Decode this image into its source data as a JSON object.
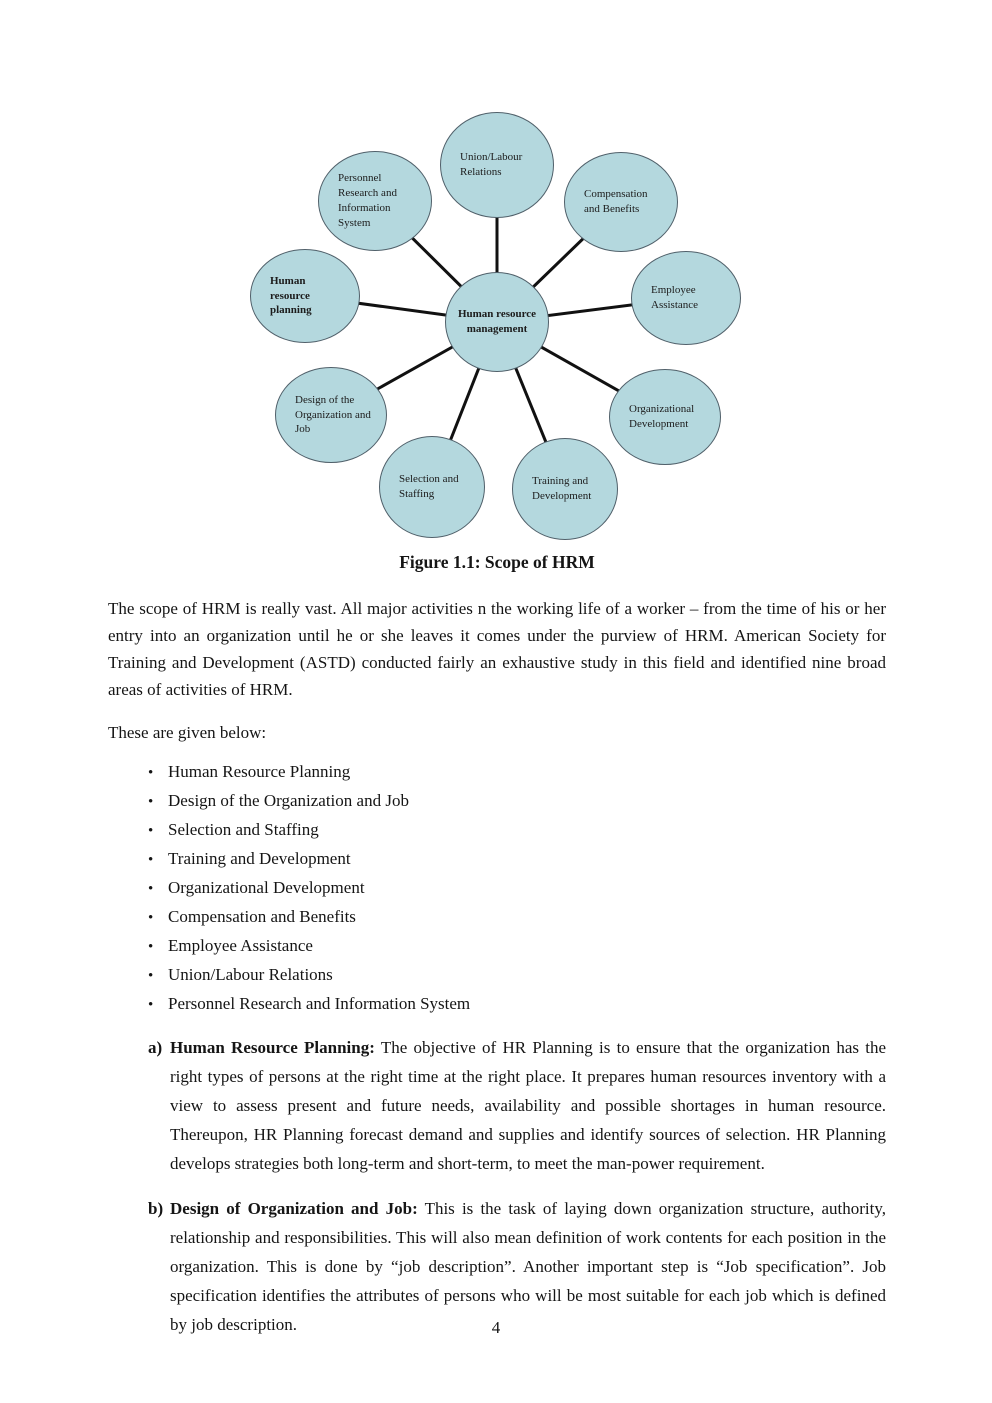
{
  "page": {
    "number": "4"
  },
  "figure": {
    "caption": "Figure 1.1: Scope of HRM",
    "center_label": "Human resource management",
    "colors": {
      "node_fill": "#b4d8de",
      "node_border": "#50606a",
      "connector": "#111111"
    },
    "nodes": [
      {
        "label": "Union/Labour Relations"
      },
      {
        "label": "Personnel Research and Information System"
      },
      {
        "label": "Compensation and Benefits"
      },
      {
        "label": "Human resource planning"
      },
      {
        "label": "Employee Assistance"
      },
      {
        "label": "Design of the Organization and Job"
      },
      {
        "label": "Organizational Development"
      },
      {
        "label": "Selection and Staffing"
      },
      {
        "label": "Training and Development"
      }
    ]
  },
  "body": {
    "para1": "The scope of HRM is really vast. All major activities n the working life of a worker – from the time of his or her entry into an organization until he or she leaves it comes under the purview of HRM. American Society for Training and Development (ASTD) conducted fairly an exhaustive study in this field and identified nine broad areas of activities of HRM.",
    "para2": "These are given below:",
    "bullets": [
      "Human Resource Planning",
      "Design of the Organization and Job",
      "Selection and Staffing",
      "Training and Development",
      "Organizational Development",
      "Compensation and Benefits",
      "Employee Assistance",
      "Union/Labour Relations",
      "Personnel Research and Information System"
    ],
    "items": [
      {
        "marker": "a)",
        "title": "Human Resource Planning:",
        "text": "The objective of HR Planning is to ensure that the organization has the right types of persons at the right time at the right place. It prepares human resources inventory with a view to assess present and future needs, availability and possible shortages in human resource. Thereupon, HR Planning forecast demand and supplies and identify sources of selection. HR Planning develops strategies both long-term and short-term, to meet the man-power requirement."
      },
      {
        "marker": "b)",
        "title": "Design of Organization and Job:",
        "text": "This is the task of laying down organization structure, authority, relationship and responsibilities. This will also mean definition of work contents for each position in the organization. This is done by “job description”. Another important step is “Job specification”. Job specification identifies the attributes of persons who will be most suitable for each job which is defined by job description."
      }
    ]
  }
}
